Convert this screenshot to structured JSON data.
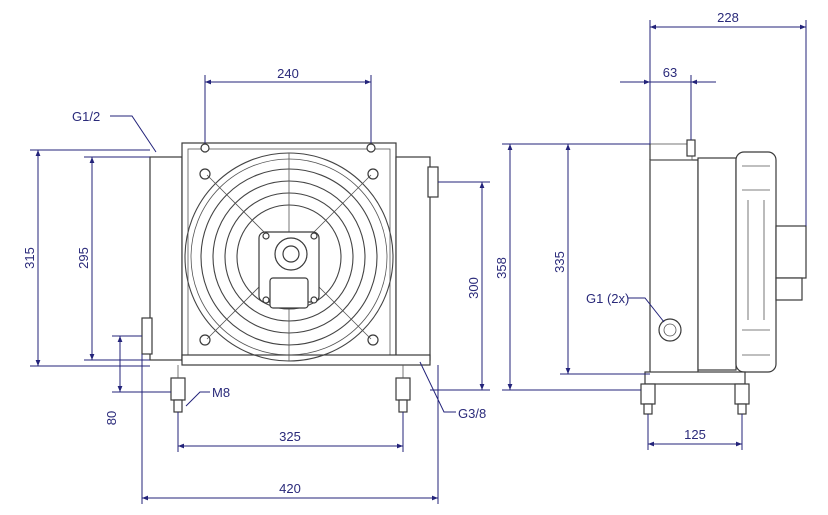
{
  "diagram": {
    "front_view": {
      "dimensions": {
        "top_bolt_spacing": "240",
        "height_outer": "315",
        "height_inner": "295",
        "mount_height": "80",
        "foot_spacing": "325",
        "overall_width": "420",
        "right_height": "300"
      },
      "callouts": {
        "inlet_port": "G1/2",
        "drain_port": "G3/8",
        "bolt_thread": "M8"
      }
    },
    "side_view": {
      "dimensions": {
        "overall_depth": "228",
        "flange_offset": "63",
        "height_overall": "358",
        "height_core": "335",
        "foot_depth": "125"
      },
      "callouts": {
        "oil_ports": "G1 (2x)"
      }
    },
    "colors": {
      "dimension_lines": "#23237a",
      "outline": "#3a3a3a"
    }
  }
}
